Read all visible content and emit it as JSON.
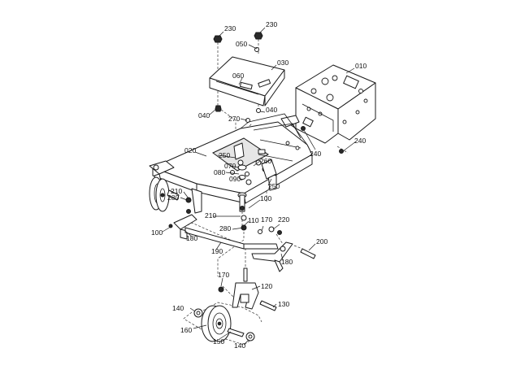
{
  "callouts": [
    {
      "id": "c230a",
      "text": "230"
    },
    {
      "id": "c230b",
      "text": "230"
    },
    {
      "id": "c050",
      "text": "050"
    },
    {
      "id": "c030",
      "text": "030"
    },
    {
      "id": "c010",
      "text": "010"
    },
    {
      "id": "c060",
      "text": "060"
    },
    {
      "id": "c040a",
      "text": "040"
    },
    {
      "id": "c040b",
      "text": "040"
    },
    {
      "id": "c270",
      "text": "270"
    },
    {
      "id": "c020",
      "text": "020"
    },
    {
      "id": "c250a",
      "text": "250"
    },
    {
      "id": "c240a",
      "text": "240"
    },
    {
      "id": "c240b",
      "text": "240"
    },
    {
      "id": "c260",
      "text": "260"
    },
    {
      "id": "c070",
      "text": "070"
    },
    {
      "id": "c080",
      "text": "080"
    },
    {
      "id": "c090",
      "text": "090"
    },
    {
      "id": "c250b",
      "text": "250"
    },
    {
      "id": "c280a",
      "text": "280"
    },
    {
      "id": "c210a",
      "text": "210"
    },
    {
      "id": "c100a",
      "text": "100"
    },
    {
      "id": "c210b",
      "text": "210"
    },
    {
      "id": "c110",
      "text": "110"
    },
    {
      "id": "c170a",
      "text": "170"
    },
    {
      "id": "c220",
      "text": "220"
    },
    {
      "id": "c280b",
      "text": "280"
    },
    {
      "id": "c100b",
      "text": "100"
    },
    {
      "id": "c180a",
      "text": "180"
    },
    {
      "id": "c200",
      "text": "200"
    },
    {
      "id": "c190",
      "text": "190"
    },
    {
      "id": "c180b",
      "text": "180"
    },
    {
      "id": "c170b",
      "text": "170"
    },
    {
      "id": "c120",
      "text": "120"
    },
    {
      "id": "c140a",
      "text": "140"
    },
    {
      "id": "c130",
      "text": "130"
    },
    {
      "id": "c160",
      "text": "160"
    },
    {
      "id": "c150",
      "text": "150"
    },
    {
      "id": "c140b",
      "text": "140"
    }
  ]
}
